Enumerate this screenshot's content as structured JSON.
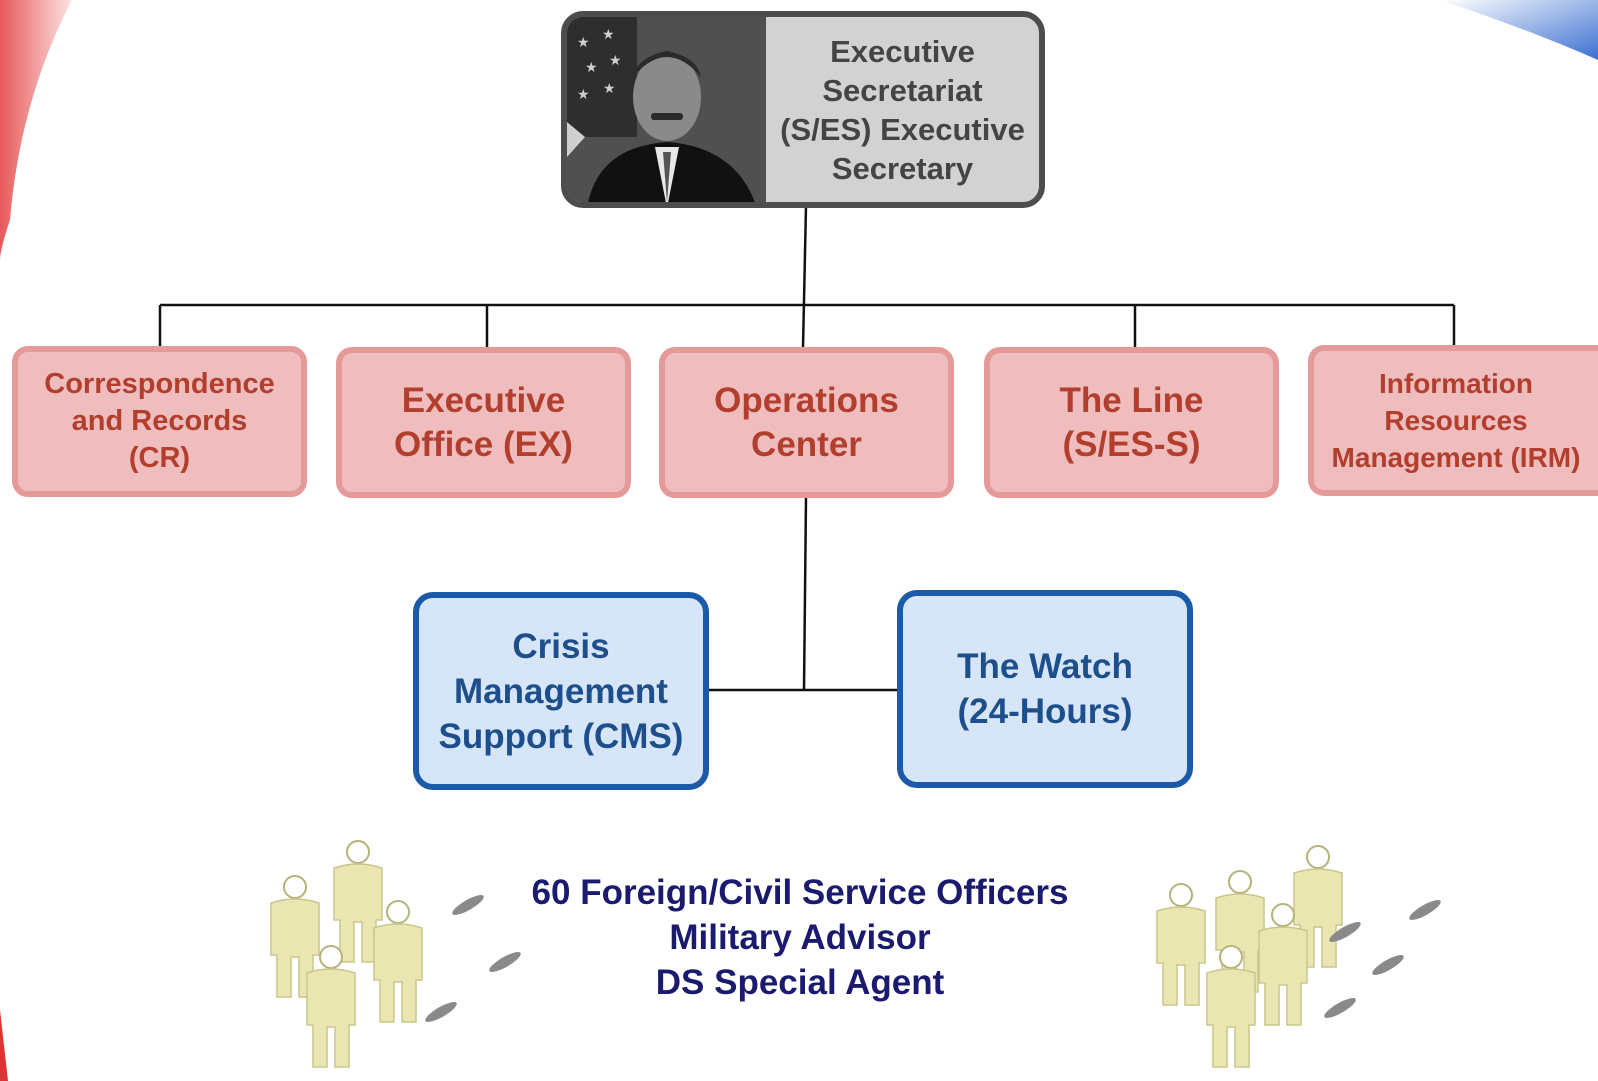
{
  "executive": {
    "title_lines": [
      "Executive",
      "Secretariat",
      "(S/ES) Executive",
      "Secretary"
    ]
  },
  "offices": [
    {
      "lines": [
        "Correspondence",
        "and Records",
        "(CR)"
      ]
    },
    {
      "lines": [
        "Executive",
        "Office (EX)"
      ]
    },
    {
      "lines": [
        "Operations",
        "Center"
      ]
    },
    {
      "lines": [
        "The Line",
        "(S/ES-S)"
      ]
    },
    {
      "lines": [
        "Information",
        "Resources",
        "Management (IRM)"
      ]
    }
  ],
  "ops_units": [
    {
      "lines": [
        "Crisis",
        "Management",
        "Support (CMS)"
      ]
    },
    {
      "lines": [
        "The Watch",
        "(24-Hours)"
      ]
    }
  ],
  "staff": {
    "lines": [
      "60 Foreign/Civil Service Officers",
      "Military Advisor",
      "DS Special Agent"
    ]
  },
  "colors": {
    "office_fill": "#efbdbd",
    "office_border": "#e59a9a",
    "office_text": "#b23e2d",
    "unit_fill": "#d6e6f8",
    "unit_border": "#1b5aa8",
    "unit_text": "#1d4f8c",
    "staff_text": "#1a1a6e",
    "people_fill": "#e9e6b2"
  }
}
